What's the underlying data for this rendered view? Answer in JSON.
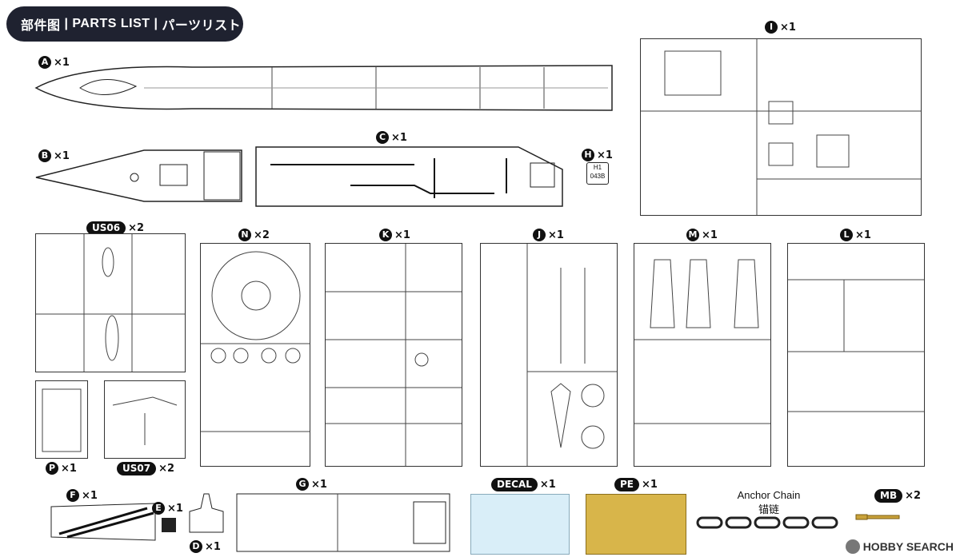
{
  "header": {
    "jp1": "部件图",
    "en": "PARTS LIST",
    "jp2": "パーツリスト",
    "sep": " | "
  },
  "parts": [
    {
      "id": "A",
      "qty": "×1"
    },
    {
      "id": "B",
      "qty": "×1"
    },
    {
      "id": "C",
      "qty": "×1"
    },
    {
      "id": "H",
      "qty": "×1"
    },
    {
      "id": "I",
      "qty": "×1"
    },
    {
      "id": "US06",
      "qty": "×2"
    },
    {
      "id": "N",
      "qty": "×2"
    },
    {
      "id": "K",
      "qty": "×1"
    },
    {
      "id": "J",
      "qty": "×1"
    },
    {
      "id": "M",
      "qty": "×1"
    },
    {
      "id": "L",
      "qty": "×1"
    },
    {
      "id": "P",
      "qty": "×1"
    },
    {
      "id": "US07",
      "qty": "×2"
    },
    {
      "id": "F",
      "qty": "×1"
    },
    {
      "id": "E",
      "qty": "×1"
    },
    {
      "id": "D",
      "qty": "×1"
    },
    {
      "id": "G",
      "qty": "×1"
    },
    {
      "id": "DECAL",
      "qty": "×1"
    },
    {
      "id": "PE",
      "qty": "×1"
    },
    {
      "id": "MB",
      "qty": "×2"
    }
  ],
  "anchor": {
    "en": "Anchor Chain",
    "cn": "锚链"
  },
  "h1_label": {
    "top": "H1",
    "bottom": "043B"
  },
  "watermark": "HOBBY SEARCH",
  "colors": {
    "header_bg": "#1f2230",
    "decal_bg": "#d9eef8",
    "pe_gold": "#d8b54a"
  }
}
